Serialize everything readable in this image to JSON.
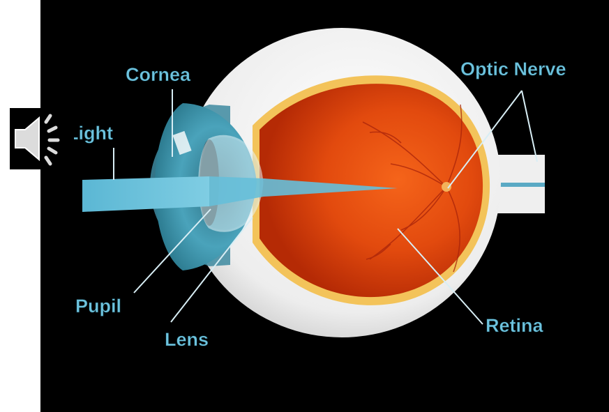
{
  "labels": {
    "cornea": "Cornea",
    "light": "Light",
    "optic_nerve": "Optic Nerve",
    "pupil": "Pupil",
    "lens": "Lens",
    "retina": "Retina"
  },
  "icons": {
    "audio": "speaker-icon"
  },
  "colors": {
    "background": "#000000",
    "label": "#6ec3de",
    "sclera": "#f2f2f2",
    "retina": "#e0420c",
    "iris": "#3f95ad",
    "light_beam": "#5cb6d2"
  }
}
